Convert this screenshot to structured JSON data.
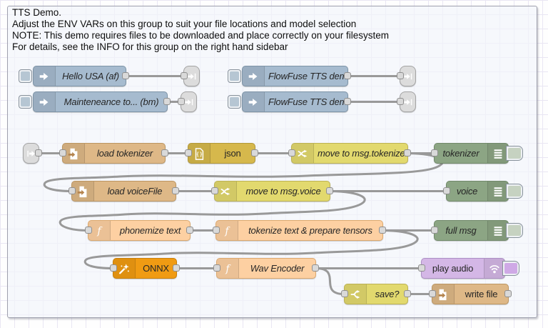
{
  "group": {
    "info_lines": [
      "TTS Demo.",
      "Adjust the ENV VARs on this group to suit your file locations and model selection",
      "NOTE: This demo requires files to be downloaded and place correctly on your filesystem",
      "For details, see the INFO for this group on the right hand sidebar"
    ]
  },
  "nodes": {
    "inject_hello": {
      "label": "Hello USA (af)",
      "type": "inject"
    },
    "inject_maintenance": {
      "label": "Mainteneance to... (bm)",
      "type": "inject"
    },
    "inject_am": {
      "label": "FlowFuse TTS demo. (am)",
      "type": "inject"
    },
    "inject_bf": {
      "label": "FlowFuse TTS demo. (bf)",
      "type": "inject"
    },
    "load_tokenizer": {
      "label": "load tokenizer",
      "type": "file-in"
    },
    "json": {
      "label": "json",
      "type": "json"
    },
    "move_tokenizer": {
      "label": "move to msg.tokenizer",
      "type": "change"
    },
    "debug_tokenizer": {
      "label": "tokenizer",
      "type": "debug"
    },
    "load_voicefile": {
      "label": "load voiceFile",
      "type": "file-in"
    },
    "move_voice": {
      "label": "move to msg.voice",
      "type": "change"
    },
    "debug_voice": {
      "label": "voice",
      "type": "debug"
    },
    "phonemize": {
      "label": "phonemize text",
      "type": "function"
    },
    "tokenize": {
      "label": "tokenize text & prepare tensors",
      "type": "function"
    },
    "debug_full_msg": {
      "label": "full msg",
      "type": "debug"
    },
    "onnx": {
      "label": "ONNX",
      "type": "onnx"
    },
    "wav_encoder": {
      "label": "Wav Encoder",
      "type": "function"
    },
    "play_audio": {
      "label": "play audio",
      "type": "play-audio"
    },
    "switch_save": {
      "label": "save?",
      "type": "switch"
    },
    "write_file": {
      "label": "write file",
      "type": "file-out"
    }
  },
  "icons": {
    "inject": "arrow-right",
    "link": "link-arrow",
    "file_in": "file-import",
    "file_out": "file-export",
    "json": "curly-braces-file",
    "change": "shuffle-arrows",
    "debug": "list-lines",
    "function": "italic-f",
    "onnx": "magic-wand",
    "switch": "fork-arrows",
    "audio": "sound-waves"
  },
  "palette": {
    "inject": "#a6bbcf",
    "link": "#dcdcdc",
    "file": "#deb887",
    "json": "#d6b84c",
    "change": "#e2d96e",
    "switch": "#e2d96e",
    "debug": "#8ca584",
    "function": "#fdd0a2",
    "onnx": "#f09b13",
    "play_audio": "#d4b7e6",
    "wire": "#999999",
    "group_border": "#9fa0ad"
  }
}
